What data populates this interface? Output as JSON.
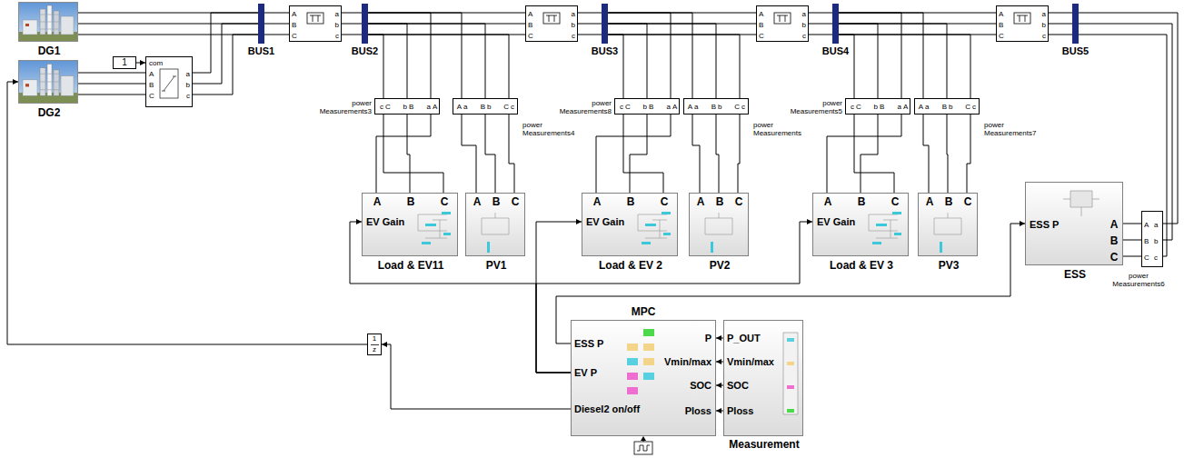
{
  "diagram": {
    "nodes": [
      {
        "text": [
          "DG1"
        ]
      },
      {
        "text": [
          "DG2"
        ]
      },
      {
        "text": [
          "1"
        ]
      },
      {
        "text": [
          "com",
          "A",
          "B",
          "C",
          "a",
          "b",
          "c"
        ]
      },
      {
        "text": [
          "BUS1"
        ]
      },
      {
        "text": [
          "A",
          "B",
          "C",
          "a",
          "b",
          "c"
        ]
      },
      {
        "text": [
          "BUS2"
        ]
      },
      {
        "text": [
          "A",
          "B",
          "C",
          "a",
          "b",
          "c"
        ]
      },
      {
        "text": [
          "BUS3"
        ]
      },
      {
        "text": [
          "A",
          "B",
          "C",
          "a",
          "b",
          "c"
        ]
      },
      {
        "text": [
          "BUS4"
        ]
      },
      {
        "text": [
          "A",
          "B",
          "C",
          "a",
          "b",
          "c"
        ]
      },
      {
        "text": [
          "BUS5"
        ]
      },
      {
        "text": [
          "power Measurements3",
          "c",
          "C",
          "b",
          "B",
          "a",
          "A"
        ]
      },
      {
        "text": [
          "power Measurements4",
          "A",
          "a",
          "B",
          "b",
          "C",
          "c"
        ]
      },
      {
        "text": [
          "power Measurements8",
          "c",
          "C",
          "b",
          "B",
          "a",
          "A"
        ]
      },
      {
        "text": [
          "power Measurements",
          "A",
          "a",
          "B",
          "b",
          "C",
          "c"
        ]
      },
      {
        "text": [
          "power Measurements5",
          "c",
          "C",
          "b",
          "B",
          "a",
          "A"
        ]
      },
      {
        "text": [
          "power Measurements7",
          "A",
          "a",
          "B",
          "b",
          "C",
          "c"
        ]
      },
      {
        "text": [
          "Load & EV11",
          "EV Gain",
          "A",
          "B",
          "C"
        ]
      },
      {
        "text": [
          "PV1",
          "A",
          "B",
          "C"
        ]
      },
      {
        "text": [
          "Load & EV 2",
          "EV Gain",
          "A",
          "B",
          "C"
        ]
      },
      {
        "text": [
          "PV2",
          "A",
          "B",
          "C"
        ]
      },
      {
        "text": [
          "Load & EV 3",
          "EV Gain",
          "A",
          "B",
          "C"
        ]
      },
      {
        "text": [
          "PV3",
          "A",
          "B",
          "C"
        ]
      },
      {
        "text": [
          "ESS",
          "ESS P",
          "A",
          "B",
          "C"
        ]
      },
      {
        "text": [
          "power Measurements6",
          "A",
          "a",
          "B",
          "b",
          "C",
          "c"
        ]
      },
      {
        "text": [
          "1",
          "z"
        ]
      },
      {
        "text": [
          "MPC",
          "ESS P",
          "EV P",
          "Diesel2 on/off",
          "P",
          "Vmin/max",
          "SOC",
          "Ploss"
        ]
      },
      {
        "text": [
          "Measurement",
          "P_OUT",
          "Vmin/max",
          "SOC",
          "Ploss"
        ]
      }
    ],
    "edges": [
      {
        "from": 0,
        "to": 4,
        "arrow": "none"
      },
      {
        "from": 1,
        "to": 3,
        "arrow": "none"
      },
      {
        "from": 2,
        "to": 3,
        "arrow": "to"
      },
      {
        "from": 3,
        "to": 4,
        "arrow": "none"
      },
      {
        "from": 4,
        "to": 5,
        "arrow": "none"
      },
      {
        "from": 5,
        "to": 6,
        "arrow": "none"
      },
      {
        "from": 6,
        "to": 7,
        "arrow": "none"
      },
      {
        "from": 7,
        "to": 8,
        "arrow": "none"
      },
      {
        "from": 8,
        "to": 9,
        "arrow": "none"
      },
      {
        "from": 9,
        "to": 10,
        "arrow": "none"
      },
      {
        "from": 10,
        "to": 11,
        "arrow": "none"
      },
      {
        "from": 11,
        "to": 12,
        "arrow": "none"
      },
      {
        "from": 12,
        "to": 26,
        "arrow": "none"
      },
      {
        "from": 6,
        "to": 13,
        "arrow": "none"
      },
      {
        "from": 6,
        "to": 14,
        "arrow": "none"
      },
      {
        "from": 8,
        "to": 15,
        "arrow": "none"
      },
      {
        "from": 8,
        "to": 16,
        "arrow": "none"
      },
      {
        "from": 10,
        "to": 17,
        "arrow": "none"
      },
      {
        "from": 10,
        "to": 18,
        "arrow": "none"
      },
      {
        "from": 13,
        "to": 19,
        "arrow": "none"
      },
      {
        "from": 14,
        "to": 20,
        "arrow": "none"
      },
      {
        "from": 15,
        "to": 21,
        "arrow": "none"
      },
      {
        "from": 16,
        "to": 22,
        "arrow": "none"
      },
      {
        "from": 17,
        "to": 23,
        "arrow": "none"
      },
      {
        "from": 18,
        "to": 24,
        "arrow": "none"
      },
      {
        "from": 26,
        "to": 25,
        "arrow": "none"
      },
      {
        "from": 29,
        "to": 28,
        "arrow": "to"
      },
      {
        "from": 29,
        "to": 28,
        "arrow": "to"
      },
      {
        "from": 29,
        "to": 28,
        "arrow": "to"
      },
      {
        "from": 29,
        "to": 28,
        "arrow": "to"
      },
      {
        "from": 28,
        "to": 25,
        "arrow": "to"
      },
      {
        "from": 28,
        "to": 19,
        "arrow": "to"
      },
      {
        "from": 28,
        "to": 21,
        "arrow": "to"
      },
      {
        "from": 28,
        "to": 23,
        "arrow": "to"
      },
      {
        "from": 28,
        "to": 27,
        "arrow": "to"
      },
      {
        "from": 27,
        "to": 1,
        "arrow": "to"
      }
    ]
  }
}
